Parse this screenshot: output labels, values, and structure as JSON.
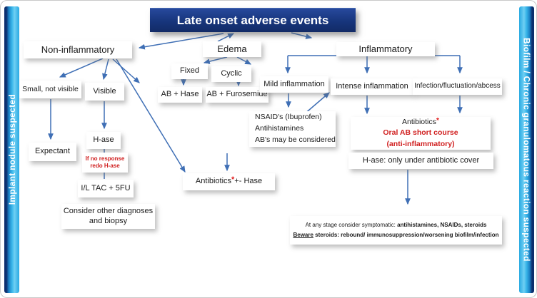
{
  "title": "Late onset adverse events",
  "sidebar_left": "Implant nodule suspected",
  "sidebar_right": "Biofilm / Chronic granulomatous reaction suspected",
  "branches": {
    "non_inflammatory": "Non-inflammatory",
    "edema": "Edema",
    "inflammatory": "Inflammatory"
  },
  "non_inflammatory_path": {
    "small_not_visible": "Small, not visible",
    "visible": "Visible",
    "expectant": "Expectant",
    "h_ase": "H-ase",
    "if_no_response_line1": "If no response",
    "if_no_response_line2": "redo H-ase",
    "il_tac_5fu": "I/L TAC + 5FU",
    "consider_line1": "Consider other diagnoses",
    "consider_line2": "and biopsy",
    "antibiotics_hase_pre": "Antibiotics",
    "antibiotics_hase_star": "*",
    "antibiotics_hase_post": " +- Hase"
  },
  "edema_path": {
    "fixed": "Fixed",
    "cyclic": "Cyclic",
    "ab_hase": "AB + Hase",
    "ab_furosemide": "AB + Furosemide"
  },
  "inflammatory_path": {
    "mild": "Mild inflammation",
    "intense": "Intense inflammation",
    "infection": "Infection/fluctuation/abcess",
    "nsaids_line1": "NSAID's (Ibuprofen)",
    "nsaids_line2": "Antihistamines",
    "nsaids_line3": "AB's may be considered",
    "antibiotics_label": "Antibiotics",
    "antibiotics_star": "*",
    "oral_ab_line": "Oral AB short course",
    "anti_inflammatory_line": "(anti-inflammatory)",
    "hase_cover": "H-ase: only under antibiotic cover"
  },
  "note": {
    "line1_prefix": "At any stage consider symptomatic: ",
    "line1_bold": "antihistamines, NSAIDs, steroids",
    "line2_underlined": "Beware",
    "line2_rest": " steroids: rebound/ immunosuppression/worsening biofilm/infection"
  },
  "colors": {
    "header_bg": "#17357c",
    "arrow_blue": "#3f6fb5",
    "sidebar_cyan": "#2aafe6",
    "alert_red": "#d01f1f"
  }
}
